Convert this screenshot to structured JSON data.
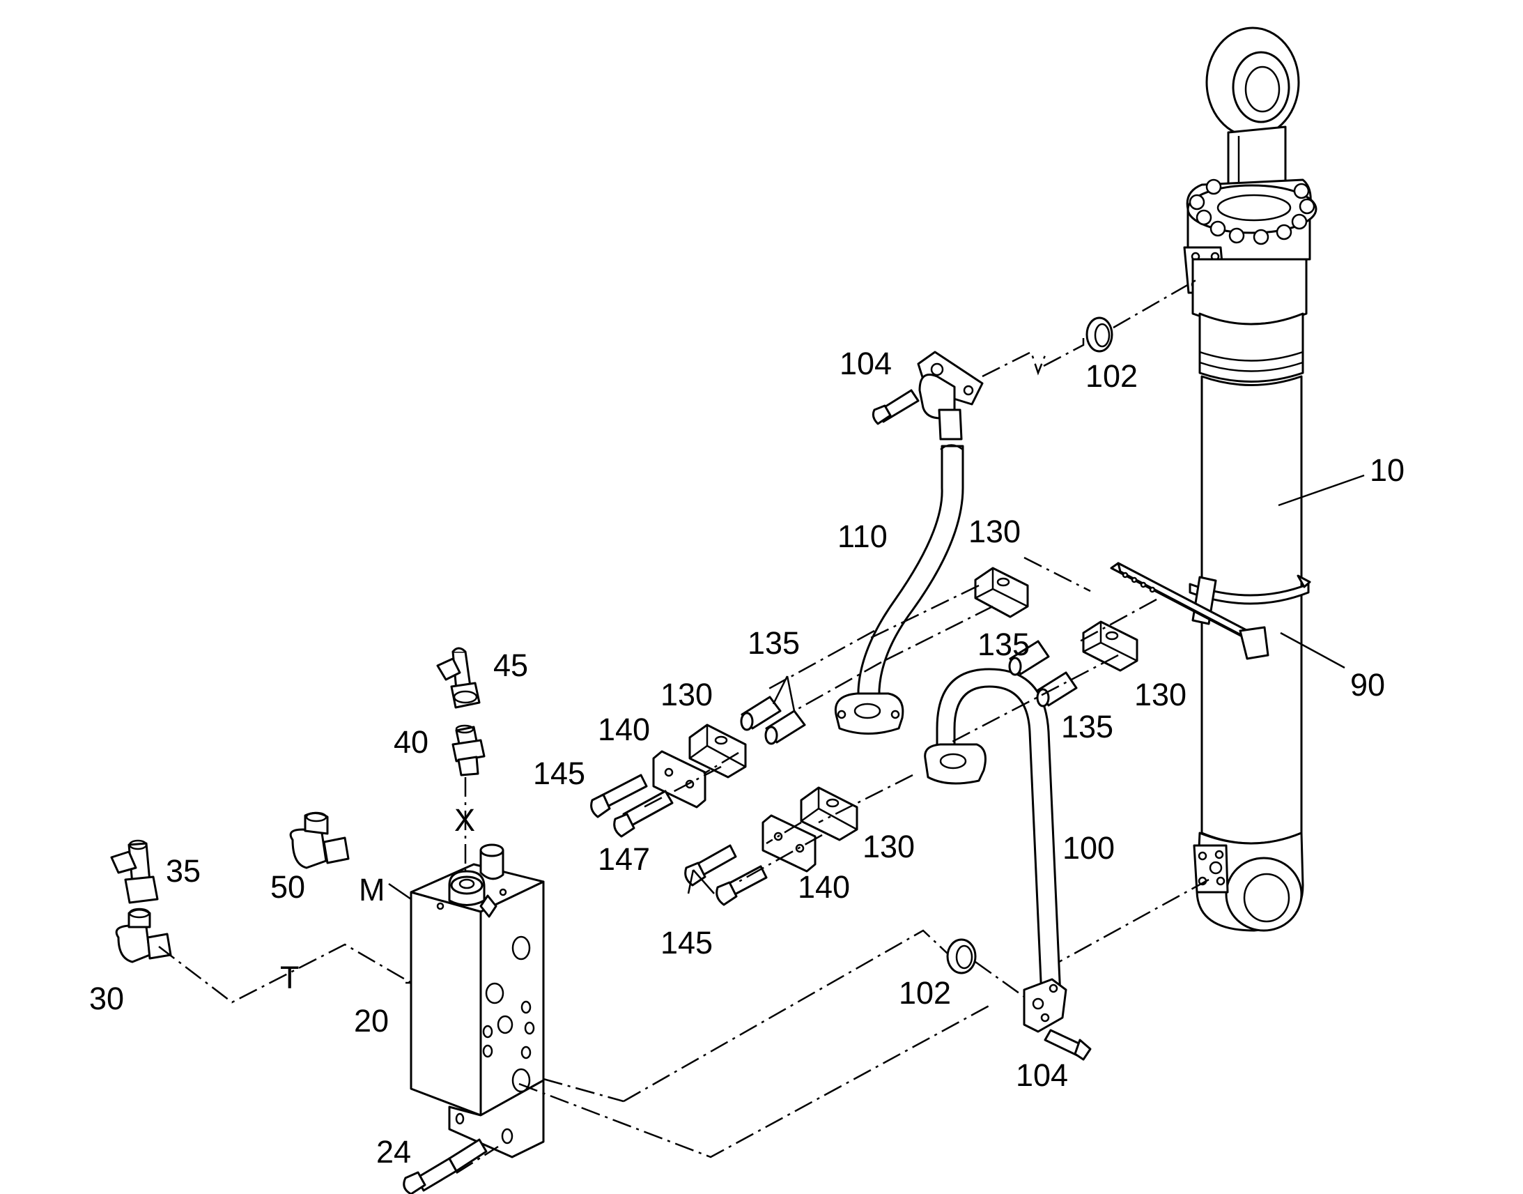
{
  "diagram": {
    "callouts": [
      {
        "id": "c10",
        "text": "10"
      },
      {
        "id": "c90",
        "text": "90"
      },
      {
        "id": "c102a",
        "text": "102"
      },
      {
        "id": "c104a",
        "text": "104"
      },
      {
        "id": "c110",
        "text": "110"
      },
      {
        "id": "c130a",
        "text": "130"
      },
      {
        "id": "c135a",
        "text": "135"
      },
      {
        "id": "c135b",
        "text": "135"
      },
      {
        "id": "c130b",
        "text": "130"
      },
      {
        "id": "c135c",
        "text": "135"
      },
      {
        "id": "c130c",
        "text": "130"
      },
      {
        "id": "c140a",
        "text": "140"
      },
      {
        "id": "c145a",
        "text": "145"
      },
      {
        "id": "c147",
        "text": "147"
      },
      {
        "id": "c130d",
        "text": "130"
      },
      {
        "id": "c140b",
        "text": "140"
      },
      {
        "id": "c145b",
        "text": "145"
      },
      {
        "id": "c100",
        "text": "100"
      },
      {
        "id": "c102b",
        "text": "102"
      },
      {
        "id": "c104b",
        "text": "104"
      },
      {
        "id": "c45",
        "text": "45"
      },
      {
        "id": "c40",
        "text": "40"
      },
      {
        "id": "c35",
        "text": "35"
      },
      {
        "id": "c50",
        "text": "50"
      },
      {
        "id": "c30",
        "text": "30"
      },
      {
        "id": "c20",
        "text": "20"
      },
      {
        "id": "c24",
        "text": "24"
      }
    ],
    "port_labels": {
      "x": "X",
      "m": "M",
      "t": "T"
    }
  }
}
